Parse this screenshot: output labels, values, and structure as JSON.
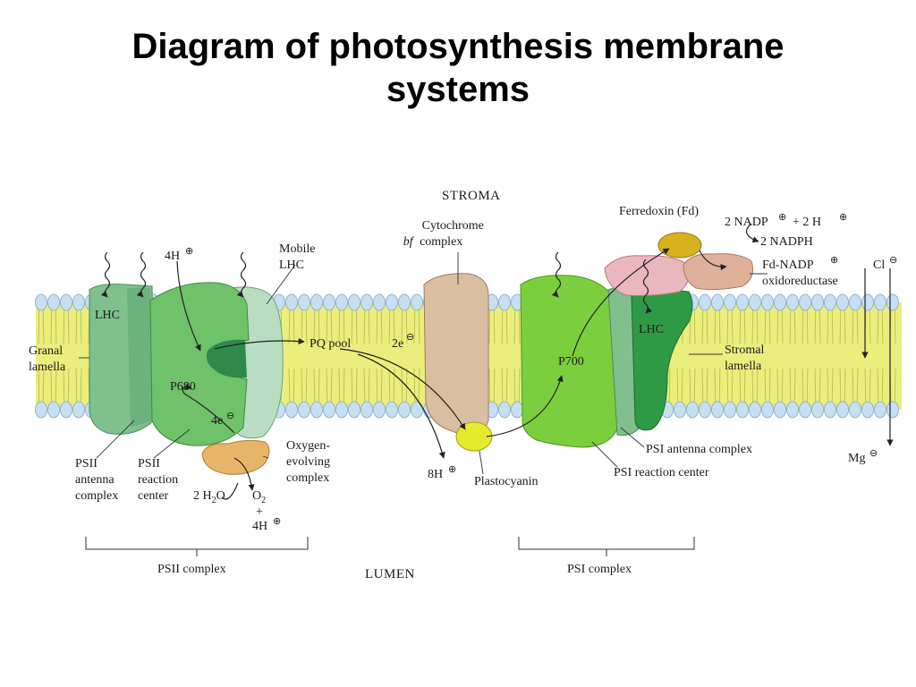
{
  "title": {
    "line1": "Diagram of photosynthesis membrane",
    "line2": "systems"
  },
  "diagram": {
    "stroma": "STROMA",
    "lumen": "LUMEN",
    "granal_lamella": [
      "Granal",
      "lamella"
    ],
    "stromal_lamella": [
      "Stromal",
      "lamella"
    ],
    "lhc_left": "LHC",
    "lhc_right": "LHC",
    "mobile_lhc": [
      "Mobile",
      "LHC"
    ],
    "p680": "P680",
    "p700": "P700",
    "four_h_top": "4H",
    "four_e": "4e",
    "pq_pool": "PQ pool",
    "two_e": "2e",
    "cytochrome": [
      "Cytochrome",
      "bf",
      "complex"
    ],
    "eight_h": "8H",
    "plastocyanin": "Plastocyanin",
    "ferredoxin": "Ferredoxin (Fd)",
    "two_nadp": "2 NADP",
    "plus_two_h": "+  2 H",
    "two_nadph": "2 NADPH",
    "fd_nadp": [
      "Fd-NADP",
      "oxidoreductase"
    ],
    "cl": "Cl",
    "mg": "Mg",
    "oxygen_evolving": [
      "Oxygen-",
      "evolving",
      "complex"
    ],
    "h2o_sub": "2",
    "h2o_prefix": "2 H",
    "h2o_suffix": "O",
    "o2": "O",
    "o2_sub": "2",
    "plus": "+",
    "four_h_bottom": "4H",
    "psii_antenna": [
      "PSII",
      "antenna",
      "complex"
    ],
    "psii_reaction": [
      "PSII",
      "reaction",
      "center"
    ],
    "psi_antenna": "PSI antenna complex",
    "psi_reaction": "PSI reaction center",
    "psii_complex": "PSII complex",
    "psi_complex": "PSI complex"
  },
  "colors": {
    "membrane_core": "#e9ee7c",
    "lipid_head": "#c7dff2",
    "lhc": "#7fc08d",
    "psii_reaction": "#6fc26a",
    "mobile_lhc": "#b8ddc0",
    "cytochrome": "#d9bea1",
    "psi_reaction": "#7ccf3c",
    "oxygen_evolving": "#e7b56a",
    "plastocyanin": "#e6ea2c",
    "ferredoxin": "#d6b21e",
    "fd_nadp": "#e0b19a"
  }
}
